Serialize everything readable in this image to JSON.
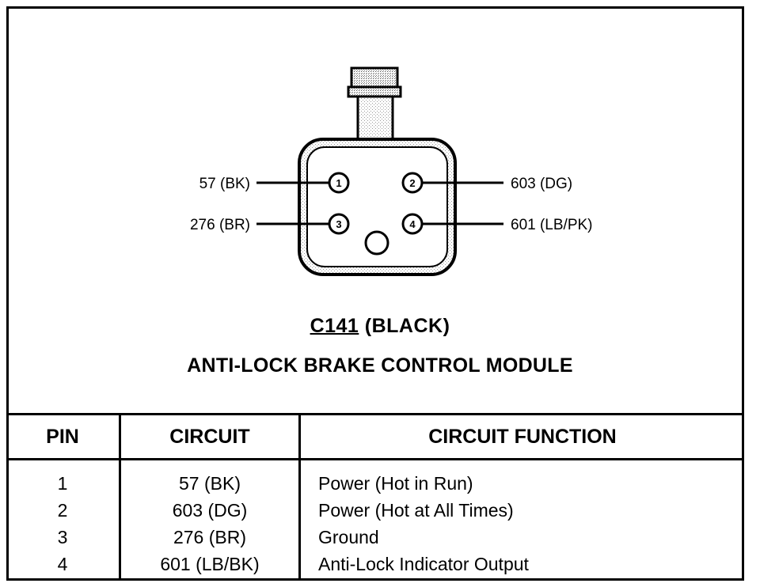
{
  "diagram": {
    "pins": [
      {
        "number": "1",
        "label": "57 (BK)"
      },
      {
        "number": "2",
        "label": "603 (DG)"
      },
      {
        "number": "3",
        "label": "276 (BR)"
      },
      {
        "number": "4",
        "label": "601 (LB/PK)"
      }
    ]
  },
  "caption": {
    "connector_id": "C141",
    "connector_color": "(BLACK)",
    "module_name": "ANTI-LOCK BRAKE CONTROL MODULE"
  },
  "table": {
    "headers": {
      "pin": "PIN",
      "circuit": "CIRCUIT",
      "function": "CIRCUIT FUNCTION"
    },
    "rows": [
      {
        "pin": "1",
        "circuit": "57 (BK)",
        "function": "Power (Hot in Run)"
      },
      {
        "pin": "2",
        "circuit": "603 (DG)",
        "function": "Power (Hot at All Times)"
      },
      {
        "pin": "3",
        "circuit": "276 (BR)",
        "function": "Ground"
      },
      {
        "pin": "4",
        "circuit": "601 (LB/BK)",
        "function": "Anti-Lock Indicator Output"
      }
    ]
  }
}
